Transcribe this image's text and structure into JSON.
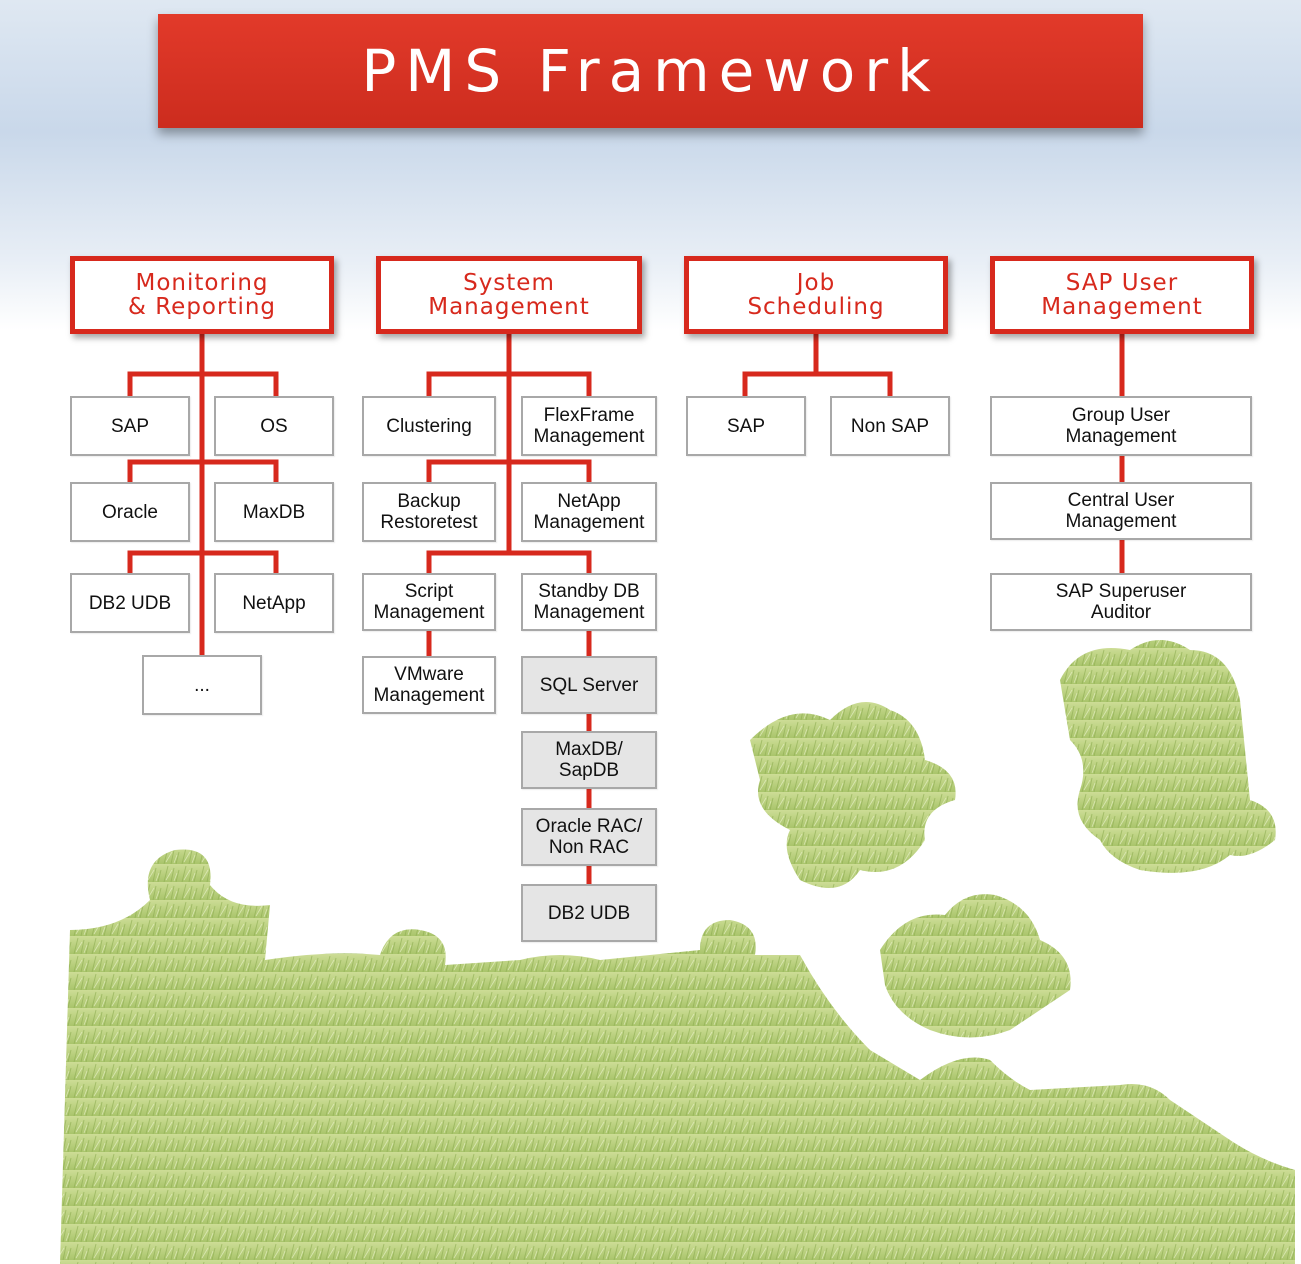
{
  "title": "PMS Framework",
  "colors": {
    "accent": "#d7291d",
    "box_border": "#a8a8a8",
    "grey_box": "#e5e5e5"
  },
  "categories": [
    {
      "label": "Monitoring\n& Reporting"
    },
    {
      "label": "System\nManagement"
    },
    {
      "label": "Job\nScheduling"
    },
    {
      "label": "SAP User\nManagement"
    }
  ],
  "monitoring": {
    "sap": "SAP",
    "os": "OS",
    "oracle": "Oracle",
    "maxdb": "MaxDB",
    "db2": "DB2 UDB",
    "netapp": "NetApp",
    "more": "..."
  },
  "system": {
    "clustering": "Clustering",
    "flexframe": "FlexFrame\nManagement",
    "backup": "Backup\nRestoretest",
    "netapp": "NetApp\nManagement",
    "script": "Script\nManagement",
    "standby": "Standby DB\nManagement",
    "vmware": "VMware\nManagement",
    "sqlserver": "SQL Server",
    "maxdb": "MaxDB/\nSapDB",
    "oracle_rac": "Oracle RAC/\nNon RAC",
    "db2": "DB2 UDB"
  },
  "jobs": {
    "sap": "SAP",
    "nonsap": "Non SAP"
  },
  "users": {
    "group": "Group User\nManagement",
    "central": "Central User\nManagement",
    "superuser": "SAP Superuser\nAuditor"
  }
}
